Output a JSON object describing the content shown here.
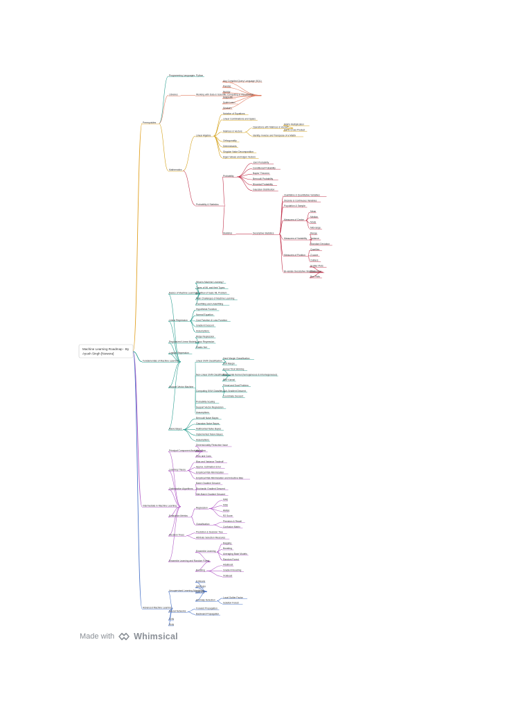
{
  "root": {
    "line1": "Machine Learning Roadmap - By",
    "line2": "Ayush Singh [Newera]"
  },
  "footer": {
    "made_with": "Made with",
    "brand": "Whimsical"
  },
  "colors": {
    "prerequisites": "#2a9d8f",
    "pythonLibs": "#e07a5f",
    "linearAlgebra": "#d4a017",
    "probStats": "#c0304a",
    "fundamentals": "#2a9d8f",
    "intermediate": "#b15bc6",
    "advanced": "#4a74c9",
    "rootBranch": "#8c7ad6"
  },
  "mindmap": {
    "label": "",
    "color": "#8c7ad6",
    "children": [
      {
        "label": "Prerequisites",
        "color": "#e0a020",
        "children": [
          {
            "label": "Programming Languages",
            "color": "#2a9d8f",
            "children": [
              {
                "label": "Python"
              }
            ]
          },
          {
            "label": "Libraries",
            "color": "#e07a5f",
            "children": [
              {
                "label": "Working with Data & Scientific Computing & Visualization",
                "children": [
                  {
                    "label": "Any Compiled Query Language (SQL)"
                  },
                  {
                    "label": "Pandas"
                  },
                  {
                    "label": "Numpy"
                  },
                  {
                    "label": "Matplotlib"
                  },
                  {
                    "label": "Scikit-Learn"
                  },
                  {
                    "label": "Seaborn"
                  }
                ]
              }
            ]
          },
          {
            "label": "Mathematics",
            "color": "#d4a017",
            "children": [
              {
                "label": "Linear Algebra",
                "color": "#d4a017",
                "children": [
                  {
                    "label": "Notation of Equations"
                  },
                  {
                    "label": "Linear Combinations and Spans"
                  },
                  {
                    "label": "Matrices & Vectors",
                    "children": [
                      {
                        "label": "Operations with Matrices & Vectors",
                        "children": [
                          {
                            "label": "Matrix Multiplication"
                          },
                          {
                            "label": "Dot & Cross Product"
                          }
                        ]
                      },
                      {
                        "label": "Identity, Inverse and Transpose of a Matrix"
                      }
                    ]
                  },
                  {
                    "label": "Orthogonality"
                  },
                  {
                    "label": "Determinants"
                  },
                  {
                    "label": "Singular Value Decomposition"
                  },
                  {
                    "label": "Eigen Values and Eigen Vectors"
                  }
                ]
              },
              {
                "label": "Probability & Statistics",
                "color": "#c0304a",
                "children": [
                  {
                    "label": "Probability",
                    "children": [
                      {
                        "label": "Joint Probability"
                      },
                      {
                        "label": "Conditional Probability"
                      },
                      {
                        "label": "Bayes' Theorem"
                      },
                      {
                        "label": "Bernoulli Probability"
                      },
                      {
                        "label": "Binomial Probability"
                      },
                      {
                        "label": "Gaussian Distribution"
                      }
                    ]
                  },
                  {
                    "label": "Statistics",
                    "children": [
                      {
                        "label": "Descriptive Statistics",
                        "children": [
                          {
                            "label": "Qualitative & Quantitative Variables"
                          },
                          {
                            "label": "Discrete & Continuous Variables"
                          },
                          {
                            "label": "Population & Sample"
                          },
                          {
                            "label": "Measures of Center",
                            "children": [
                              {
                                "label": "Mean"
                              },
                              {
                                "label": "Median"
                              },
                              {
                                "label": "Mode"
                              },
                              {
                                "label": "Mid-range"
                              }
                            ]
                          },
                          {
                            "label": "Measures of Variability",
                            "children": [
                              {
                                "label": "Range"
                              },
                              {
                                "label": "Variance"
                              },
                              {
                                "label": "Standard Deviation"
                              }
                            ]
                          },
                          {
                            "label": "Measures of Position",
                            "children": [
                              {
                                "label": "Quartiles"
                              },
                              {
                                "label": "Z-score"
                              },
                              {
                                "label": "Outliers"
                              }
                            ]
                          },
                          {
                            "label": "Bi-variate Descriptive Statistics",
                            "children": [
                              {
                                "label": "Scatter Plots"
                              },
                              {
                                "label": "Correlation"
                              },
                              {
                                "label": "Box Plots"
                              }
                            ]
                          }
                        ]
                      }
                    ]
                  }
                ]
              }
            ]
          }
        ]
      },
      {
        "label": "Fundamentals of Machine Learning",
        "color": "#2a9d8f",
        "children": [
          {
            "label": "Basics of Machine Learning",
            "children": [
              {
                "label": "What is Machine Learning?"
              },
              {
                "label": "Types of ML and their Types"
              },
              {
                "label": "Workflow of basic ML Problem"
              },
              {
                "label": "Main Challenges of Machine Learning"
              },
              {
                "label": "Overfitting and Underfitting"
              }
            ]
          },
          {
            "label": "Linear Regression",
            "children": [
              {
                "label": "Hypothesis Function"
              },
              {
                "label": "Normal Equation"
              },
              {
                "label": "Cost Function & Loss Function"
              },
              {
                "label": "Gradient Descent"
              },
              {
                "label": "Assumptions"
              }
            ]
          },
          {
            "label": "Regularized Linear Models",
            "children": [
              {
                "label": "Ridge Regression"
              },
              {
                "label": "Lasso Regression"
              },
              {
                "label": "Elastic Net"
              }
            ]
          },
          {
            "label": "Logistic Regression"
          },
          {
            "label": "Support Vector Machine",
            "children": [
              {
                "label": "Linear SVM Classification",
                "children": [
                  {
                    "label": "Hard Margin Classification"
                  },
                  {
                    "label": "Soft Margin"
                  }
                ]
              },
              {
                "label": "Non-Linear SVM Classification",
                "children": [
                  {
                    "label": "Kernel Trick Working"
                  },
                  {
                    "label": "Polynomial Kernel (homogeneous & inhomogeneous)"
                  },
                  {
                    "label": "RBF Kernel"
                  }
                ]
              },
              {
                "label": "Computing SVM Classifier",
                "children": [
                  {
                    "label": "Primal and Dual Problem"
                  },
                  {
                    "label": "Sub-Gradient Descent"
                  },
                  {
                    "label": "Coordinate Descent"
                  }
                ]
              },
              {
                "label": "Probability Scaling"
              },
              {
                "label": "Support Vector Regression"
              },
              {
                "label": "Assumptions"
              }
            ]
          },
          {
            "label": "Naive Bayes",
            "children": [
              {
                "label": "Bernoulli Naive Bayes"
              },
              {
                "label": "Gaussian Naive Bayes"
              },
              {
                "label": "Multinomial Naive Bayes"
              },
              {
                "label": "Implemented Naive Bayes"
              },
              {
                "label": "Assumptions"
              }
            ]
          }
        ]
      },
      {
        "label": "Intermediate in Machine Learning",
        "color": "#b15bc6",
        "children": [
          {
            "label": "Principal Component Analysis",
            "children": [
              {
                "label": "Dimensionality Reduction Issue"
              },
              {
                "label": "Algorithm"
              },
              {
                "label": "Pros and Cons"
              }
            ]
          },
          {
            "label": "Learning Theory",
            "children": [
              {
                "label": "Bias and Variance Tradeoff"
              },
              {
                "label": "Approx. Estimation Error"
              },
              {
                "label": "Empirical Risk Minimization"
              },
              {
                "label": "Empirical Risk Minimization and Inductive Bias"
              }
            ]
          },
          {
            "label": "Optimization Algorithms",
            "children": [
              {
                "label": "Batch Gradient Descent"
              },
              {
                "label": "Stochastic Gradient Descent"
              },
              {
                "label": "Mini-Batch Gradient Descent"
              }
            ]
          },
          {
            "label": "Evaluation Metrics",
            "children": [
              {
                "label": "Regression",
                "children": [
                  {
                    "label": "MAE"
                  },
                  {
                    "label": "MSE"
                  },
                  {
                    "label": "RMSE"
                  },
                  {
                    "label": "R2 Score"
                  }
                ]
              },
              {
                "label": "Classification",
                "children": [
                  {
                    "label": "Precision & Recall"
                  },
                  {
                    "label": "Confusion Matrix"
                  }
                ]
              }
            ]
          },
          {
            "label": "Decision Trees",
            "children": [
              {
                "label": "Prediction & Decision Tree"
              },
              {
                "label": "Attribute Selection Measures"
              }
            ]
          },
          {
            "label": "Ensemble Learning and Random Forest",
            "children": [
              {
                "label": "Ensemble Learning",
                "children": [
                  {
                    "label": "Bagging"
                  },
                  {
                    "label": "Boosting"
                  },
                  {
                    "label": "Averaging Base Models"
                  },
                  {
                    "label": "Random Forest"
                  }
                ]
              },
              {
                "label": "Boosting",
                "children": [
                  {
                    "label": "AdaBoost"
                  },
                  {
                    "label": "Gradient Boosting"
                  },
                  {
                    "label": "XGBoost"
                  }
                ]
              }
            ]
          }
        ]
      },
      {
        "label": "Advanced Machine Learning",
        "color": "#4a74c9",
        "children": [
          {
            "label": "Unsupervised Learning Algorithms",
            "children": [
              {
                "label": "K-Means"
              },
              {
                "label": "DBSCAN"
              },
              {
                "label": "OPTICS"
              },
              {
                "label": "Anomaly Detection",
                "children": [
                  {
                    "label": "Local Outlier Factor"
                  },
                  {
                    "label": "Isolation Forest"
                  }
                ]
              }
            ]
          },
          {
            "label": "Neural Networks",
            "children": [
              {
                "label": "Forward Propagation"
              },
              {
                "label": "Backward Propagation"
              }
            ]
          },
          {
            "label": "CNN"
          },
          {
            "label": "RNN"
          }
        ]
      }
    ]
  }
}
